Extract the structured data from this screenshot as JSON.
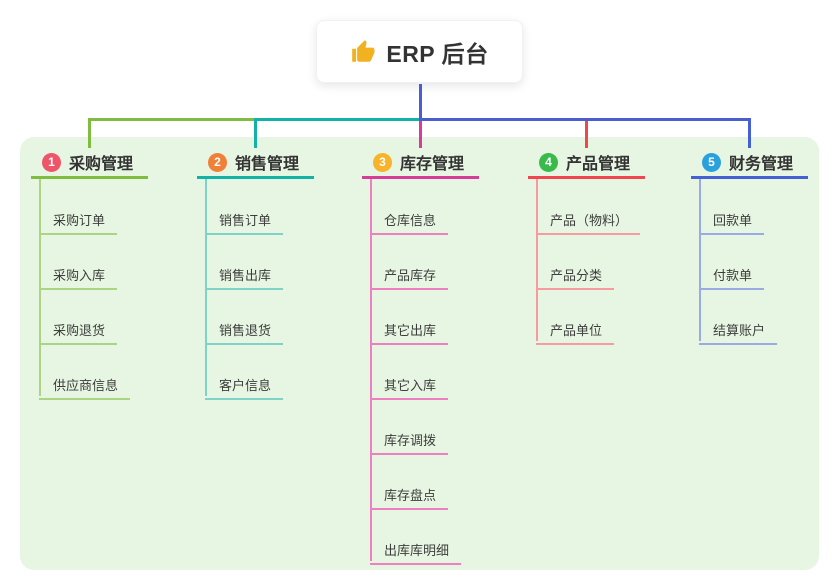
{
  "root": {
    "icon": "thumbs-up",
    "title": "ERP 后台"
  },
  "canvas": {
    "background": "#ffffff",
    "panel_background": "#e7f6e2",
    "root_stem_color": "#4a5ed2",
    "icon_color": "#f2b11e"
  },
  "branches": [
    {
      "number": "1",
      "label": "采购管理",
      "badge_color": "#ef5569",
      "line_color": "#7fbc40",
      "child_line_color": "#abd584",
      "children": [
        "采购订单",
        "采购入库",
        "采购退货",
        "供应商信息"
      ]
    },
    {
      "number": "2",
      "label": "销售管理",
      "badge_color": "#f08038",
      "line_color": "#12b2a6",
      "child_line_color": "#7fd2c8",
      "children": [
        "销售订单",
        "销售出库",
        "销售退货",
        "客户信息"
      ]
    },
    {
      "number": "3",
      "label": "库存管理",
      "badge_color": "#f7b32a",
      "line_color": "#d63c98",
      "child_line_color": "#ee7fc1",
      "children": [
        "仓库信息",
        "产品库存",
        "其它出库",
        "其它入库",
        "库存调拨",
        "库存盘点",
        "出库库明细"
      ]
    },
    {
      "number": "4",
      "label": "产品管理",
      "badge_color": "#3bba4c",
      "line_color": "#f2454d",
      "child_line_color": "#f79ba0",
      "children": [
        "产品（物料）",
        "产品分类",
        "产品单位"
      ]
    },
    {
      "number": "5",
      "label": "财务管理",
      "badge_color": "#2aa0dc",
      "line_color": "#4360d7",
      "child_line_color": "#9aaae4",
      "children": [
        "回款单",
        "付款单",
        "结算账户"
      ]
    }
  ]
}
